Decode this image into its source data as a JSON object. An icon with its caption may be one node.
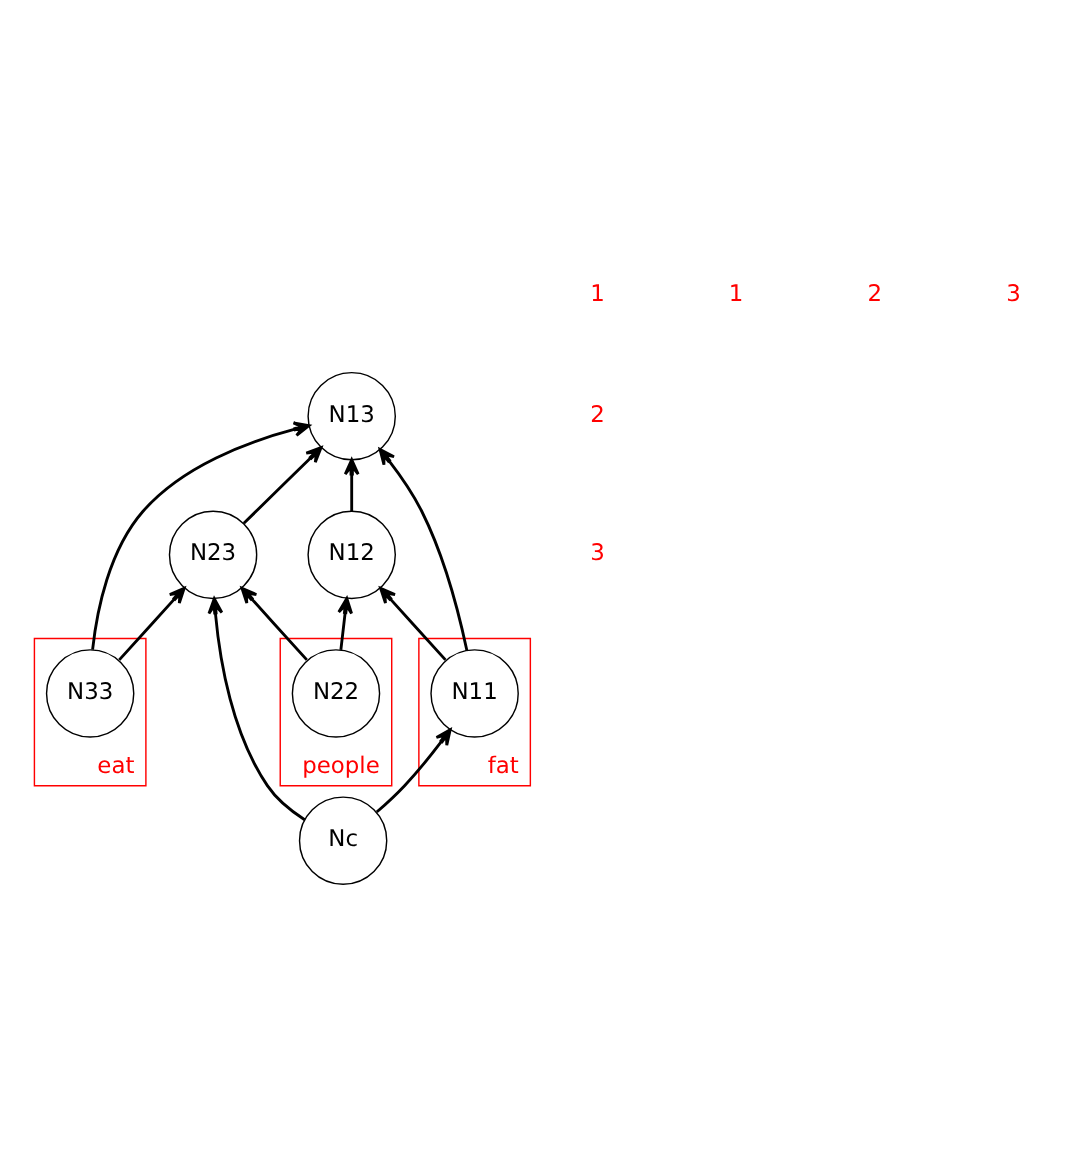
{
  "diagram": {
    "nodes": [
      {
        "text": [
          "fat"
        ]
      },
      {
        "text": [
          "N11"
        ],
        "in": 0
      },
      {
        "text": [
          "N12"
        ]
      },
      {
        "text": [
          "N13"
        ]
      },
      {
        "text": [
          "people"
        ]
      },
      {
        "text": [
          "N22"
        ],
        "in": 4
      },
      {
        "text": [
          "N23"
        ]
      },
      {
        "text": [
          "eat"
        ]
      },
      {
        "text": [
          "Nc"
        ]
      },
      {
        "text": [
          "N33"
        ],
        "in": 7
      }
    ],
    "edges": [
      {
        "from": 1,
        "to": 3,
        "arrow": "to"
      },
      {
        "from": 1,
        "to": 2,
        "arrow": "to"
      },
      {
        "from": 2,
        "to": 3,
        "arrow": "to"
      },
      {
        "from": 5,
        "to": 2,
        "arrow": "to"
      },
      {
        "from": 5,
        "to": 6,
        "arrow": "to"
      },
      {
        "from": 6,
        "to": 3,
        "arrow": "to"
      },
      {
        "from": 9,
        "to": 3,
        "arrow": "to"
      },
      {
        "from": 9,
        "to": 6,
        "arrow": "to"
      },
      {
        "from": 8,
        "to": 1,
        "arrow": "to"
      },
      {
        "from": 8,
        "to": 6,
        "arrow": "to"
      }
    ],
    "labels": [
      "1",
      "2",
      "3",
      "1",
      "2",
      "3"
    ]
  }
}
